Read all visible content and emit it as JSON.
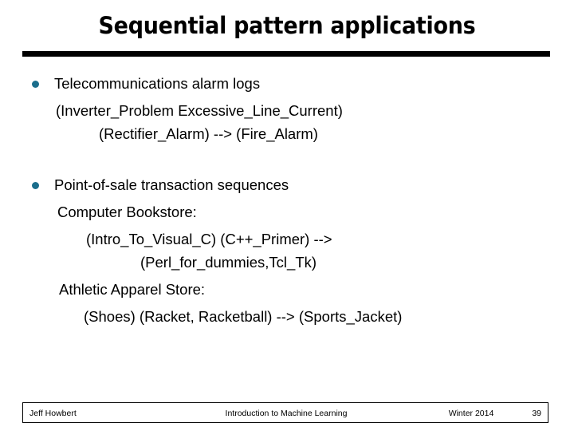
{
  "slide": {
    "title": "Sequential pattern applications",
    "accent_color": "#1b6e8c",
    "rule_color": "#000000",
    "background_color": "#ffffff"
  },
  "bullets": [
    {
      "marker": "bullet-dot",
      "heading": "Telecommunications alarm logs",
      "lines": [
        "(Inverter_Problem  Excessive_Line_Current)",
        "(Rectifier_Alarm) --> (Fire_Alarm)"
      ]
    },
    {
      "marker": "bullet-dot",
      "heading": "Point-of-sale transaction sequences",
      "lines": [
        "Computer Bookstore:",
        "(Intro_To_Visual_C)  (C++_Primer) -->",
        "(Perl_for_dummies,Tcl_Tk)",
        "Athletic Apparel Store:",
        "(Shoes) (Racket, Racketball) --> (Sports_Jacket)"
      ]
    }
  ],
  "footer": {
    "author": "Jeff Howbert",
    "course": "Introduction to Machine Learning",
    "term": "Winter 2014",
    "page": "39"
  }
}
